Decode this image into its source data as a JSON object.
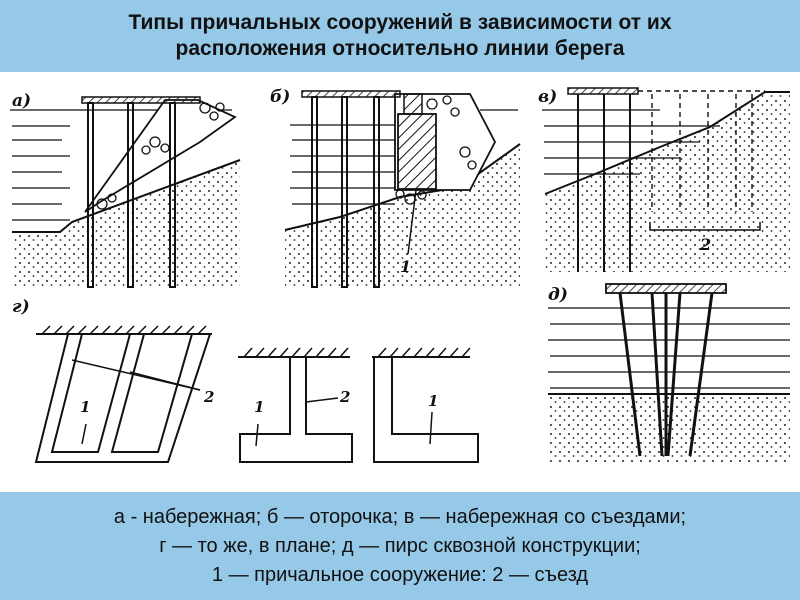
{
  "title": {
    "line1": "Типы причальных сооружений в зависимости от их",
    "line2": "расположения относительно линии берега"
  },
  "caption": {
    "line1": "а - набережная; б — оторочка; в — набережная со съездами;",
    "line2": "г — то же, в плане; д — пирс сквозной конструкции;",
    "line3": "1 — причальное сооружение: 2 — съезд"
  },
  "panels": {
    "a": "а)",
    "b": "б)",
    "v": "в)",
    "g": "г)",
    "d": "д)"
  },
  "numbers": {
    "one": "1",
    "two": "2"
  },
  "colors": {
    "banner": "#96c8e8",
    "ink": "#111111"
  }
}
